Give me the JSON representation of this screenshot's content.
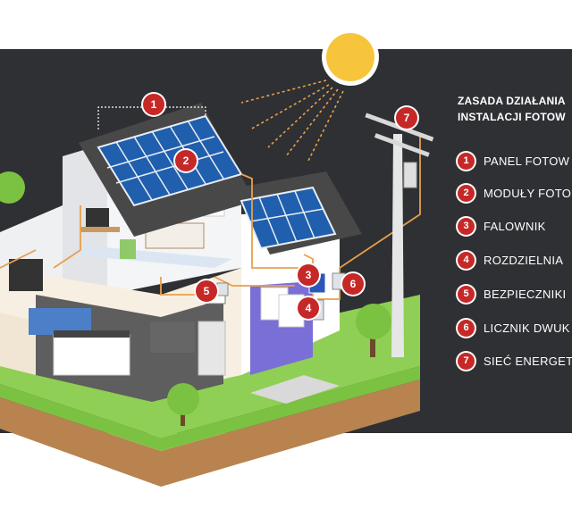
{
  "legend": {
    "title_line1": "ZASADA DZIAŁANIA",
    "title_line2": "INSTALACJI FOTOW",
    "items": [
      {
        "number": "1",
        "label": "PANEL FOTOW"
      },
      {
        "number": "2",
        "label": "MODUŁY FOTO"
      },
      {
        "number": "3",
        "label": "FALOWNIK"
      },
      {
        "number": "4",
        "label": "ROZDZIELNIA"
      },
      {
        "number": "5",
        "label": "BEZPIECZNIKI"
      },
      {
        "number": "6",
        "label": "LICZNIK DWUK"
      },
      {
        "number": "7",
        "label": "SIEĆ ENERGET"
      }
    ]
  },
  "diagram_badges": [
    "1",
    "2",
    "3",
    "4",
    "5",
    "6",
    "7"
  ],
  "colors": {
    "background": "#2f3034",
    "badge": "#c62828",
    "wire": "#e8a04a",
    "solar_panel": "#1f5fae",
    "roof": "#4a4a4a",
    "grass": "#7cc242",
    "soil": "#b8834f",
    "sun": "#f7c53c"
  },
  "icons": [
    "sun-icon",
    "solar-panel-icon",
    "inverter-icon",
    "switchboard-icon",
    "fuse-box-icon",
    "meter-icon",
    "power-pole-icon"
  ]
}
